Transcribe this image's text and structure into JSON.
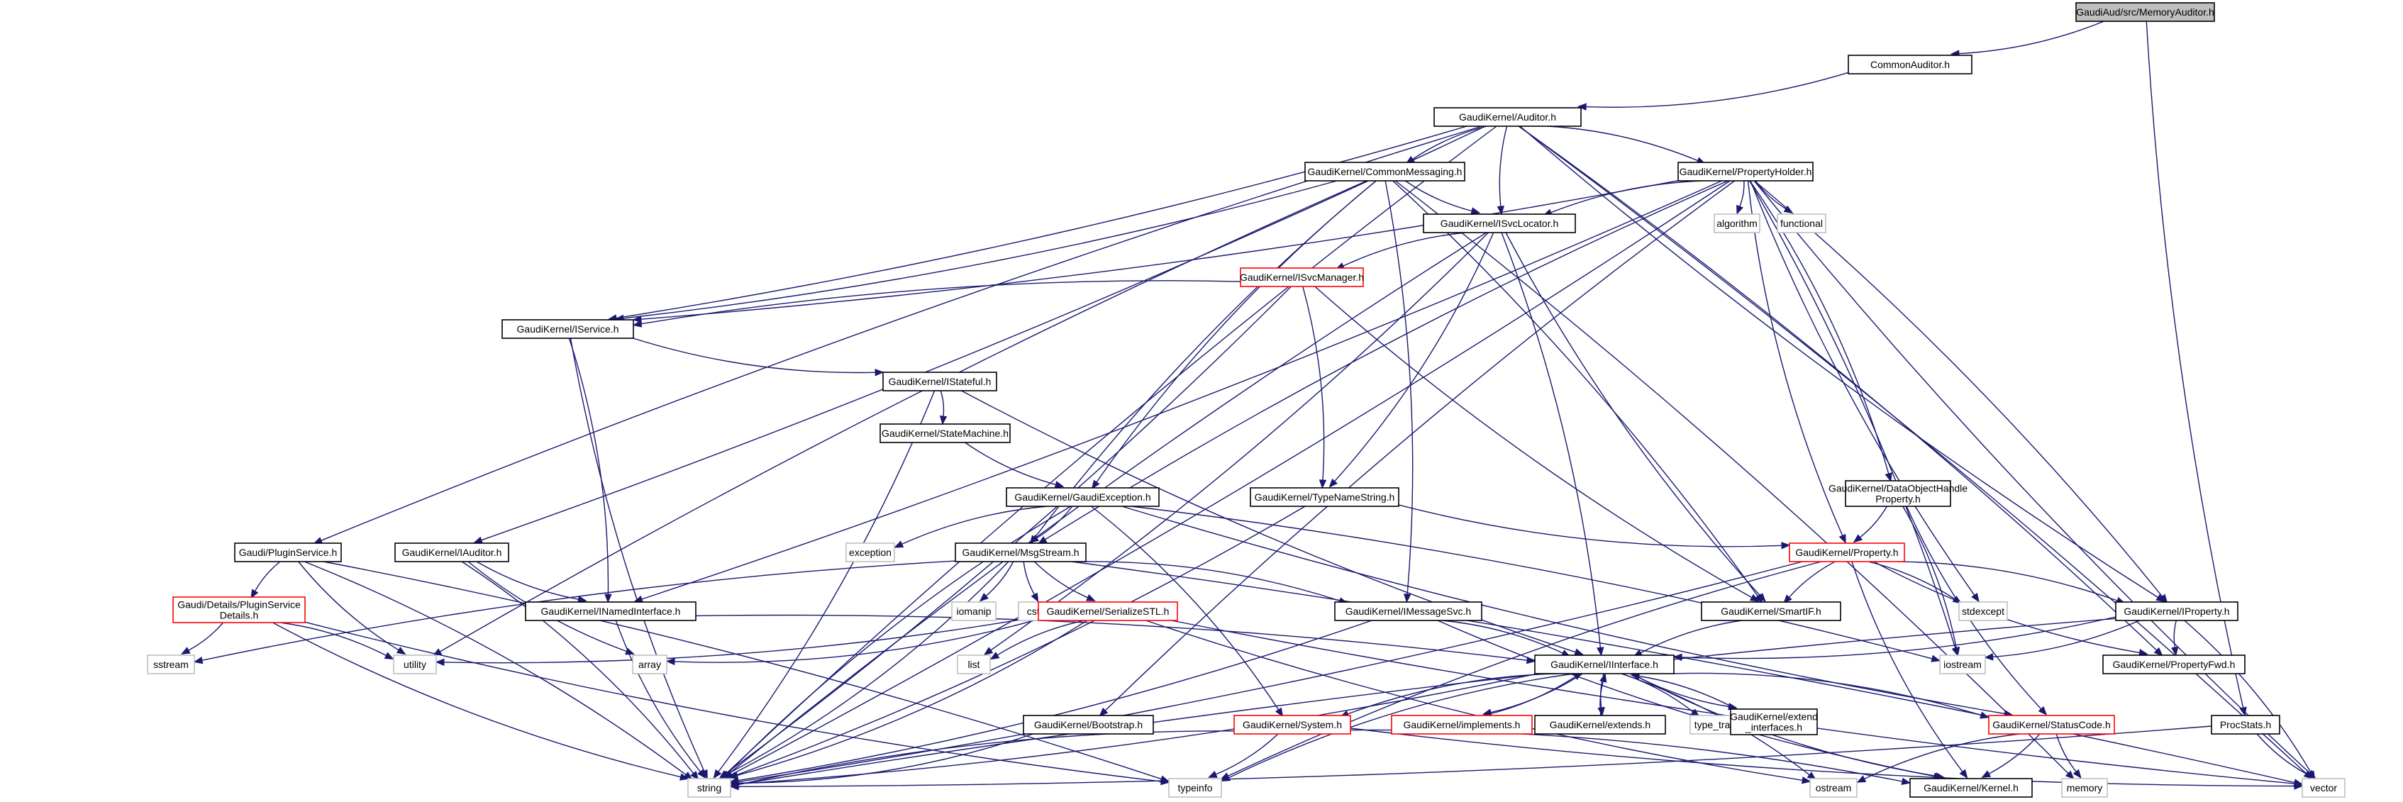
{
  "diagram": {
    "type": "include-dependency-graph",
    "colors": {
      "edge": "#191970",
      "root_fill": "#bfbfbf",
      "node_border": "#000000",
      "red_border": "#ff0000",
      "plain_border": "#bfbfbf",
      "text": "#000000"
    },
    "nodes": [
      {
        "id": "memauditor",
        "lines": [
          "GaudiAud/src/MemoryAuditor.h"
        ],
        "style": "root"
      },
      {
        "id": "commonauditor",
        "lines": [
          "CommonAuditor.h"
        ],
        "style": "black"
      },
      {
        "id": "auditor",
        "lines": [
          "GaudiKernel/Auditor.h"
        ],
        "style": "black"
      },
      {
        "id": "commonmessaging",
        "lines": [
          "GaudiKernel/CommonMessaging.h"
        ],
        "style": "black"
      },
      {
        "id": "propertyholder",
        "lines": [
          "GaudiKernel/PropertyHolder.h"
        ],
        "style": "black"
      },
      {
        "id": "isvclocator",
        "lines": [
          "GaudiKernel/ISvcLocator.h"
        ],
        "style": "black"
      },
      {
        "id": "algorithm",
        "lines": [
          "algorithm"
        ],
        "style": "plain"
      },
      {
        "id": "functional",
        "lines": [
          "functional"
        ],
        "style": "plain"
      },
      {
        "id": "isvcmanager",
        "lines": [
          "GaudiKernel/ISvcManager.h"
        ],
        "style": "red"
      },
      {
        "id": "iservice",
        "lines": [
          "GaudiKernel/IService.h"
        ],
        "style": "black"
      },
      {
        "id": "istateful",
        "lines": [
          "GaudiKernel/IStateful.h"
        ],
        "style": "black"
      },
      {
        "id": "statemachine",
        "lines": [
          "GaudiKernel/StateMachine.h"
        ],
        "style": "black"
      },
      {
        "id": "dataobjecthandle",
        "lines": [
          "GaudiKernel/DataObjectHandle",
          "Property.h"
        ],
        "style": "black"
      },
      {
        "id": "typenamestring",
        "lines": [
          "GaudiKernel/TypeNameString.h"
        ],
        "style": "black"
      },
      {
        "id": "gaudiexception",
        "lines": [
          "GaudiKernel/GaudiException.h"
        ],
        "style": "black"
      },
      {
        "id": "pluginservice",
        "lines": [
          "Gaudi/PluginService.h"
        ],
        "style": "black"
      },
      {
        "id": "iauditor",
        "lines": [
          "GaudiKernel/IAuditor.h"
        ],
        "style": "black"
      },
      {
        "id": "exception",
        "lines": [
          "exception"
        ],
        "style": "plain"
      },
      {
        "id": "msgstream",
        "lines": [
          "GaudiKernel/MsgStream.h"
        ],
        "style": "black"
      },
      {
        "id": "property",
        "lines": [
          "GaudiKernel/Property.h"
        ],
        "style": "red"
      },
      {
        "id": "pluginservicedetails",
        "lines": [
          "Gaudi/Details/PluginService",
          "Details.h"
        ],
        "style": "red"
      },
      {
        "id": "inamedinterface",
        "lines": [
          "GaudiKernel/INamedInterface.h"
        ],
        "style": "black"
      },
      {
        "id": "iomanip",
        "lines": [
          "iomanip"
        ],
        "style": "plain"
      },
      {
        "id": "cstdio",
        "lines": [
          "cstdio"
        ],
        "style": "plain"
      },
      {
        "id": "serializestl",
        "lines": [
          "GaudiKernel/SerializeSTL.h"
        ],
        "style": "red"
      },
      {
        "id": "imessagesvc",
        "lines": [
          "GaudiKernel/IMessageSvc.h"
        ],
        "style": "black"
      },
      {
        "id": "smartif",
        "lines": [
          "GaudiKernel/SmartIF.h"
        ],
        "style": "black"
      },
      {
        "id": "stdexcept",
        "lines": [
          "stdexcept"
        ],
        "style": "plain"
      },
      {
        "id": "iproperty",
        "lines": [
          "GaudiKernel/IProperty.h"
        ],
        "style": "black"
      },
      {
        "id": "sstream",
        "lines": [
          "sstream"
        ],
        "style": "plain"
      },
      {
        "id": "utility",
        "lines": [
          "utility"
        ],
        "style": "plain"
      },
      {
        "id": "array",
        "lines": [
          "array"
        ],
        "style": "plain"
      },
      {
        "id": "list",
        "lines": [
          "list"
        ],
        "style": "plain"
      },
      {
        "id": "iinterface",
        "lines": [
          "GaudiKernel/IInterface.h"
        ],
        "style": "black"
      },
      {
        "id": "iostream",
        "lines": [
          "iostream"
        ],
        "style": "plain"
      },
      {
        "id": "propertyfwd",
        "lines": [
          "GaudiKernel/PropertyFwd.h"
        ],
        "style": "black"
      },
      {
        "id": "bootstrap",
        "lines": [
          "GaudiKernel/Bootstrap.h"
        ],
        "style": "black"
      },
      {
        "id": "system",
        "lines": [
          "GaudiKernel/System.h"
        ],
        "style": "red"
      },
      {
        "id": "implements",
        "lines": [
          "GaudiKernel/implements.h"
        ],
        "style": "red"
      },
      {
        "id": "extends",
        "lines": [
          "GaudiKernel/extends.h"
        ],
        "style": "black"
      },
      {
        "id": "typetraits",
        "lines": [
          "type_traits"
        ],
        "style": "plain"
      },
      {
        "id": "extendinterfaces",
        "lines": [
          "GaudiKernel/extend",
          "_interfaces.h"
        ],
        "style": "black"
      },
      {
        "id": "statuscode",
        "lines": [
          "GaudiKernel/StatusCode.h"
        ],
        "style": "red"
      },
      {
        "id": "procstats",
        "lines": [
          "ProcStats.h"
        ],
        "style": "black"
      },
      {
        "id": "string",
        "lines": [
          "string"
        ],
        "style": "plain"
      },
      {
        "id": "typeinfo",
        "lines": [
          "typeinfo"
        ],
        "style": "plain"
      },
      {
        "id": "ostream",
        "lines": [
          "ostream"
        ],
        "style": "plain"
      },
      {
        "id": "kernel",
        "lines": [
          "GaudiKernel/Kernel.h"
        ],
        "style": "black"
      },
      {
        "id": "memory",
        "lines": [
          "memory"
        ],
        "style": "plain"
      },
      {
        "id": "vector",
        "lines": [
          "vector"
        ],
        "style": "plain"
      }
    ],
    "edges": [
      [
        "memauditor",
        "commonauditor"
      ],
      [
        "memauditor",
        "procstats"
      ],
      [
        "commonauditor",
        "auditor"
      ],
      [
        "auditor",
        "commonmessaging"
      ],
      [
        "auditor",
        "propertyholder"
      ],
      [
        "auditor",
        "isvclocator"
      ],
      [
        "auditor",
        "iservice"
      ],
      [
        "auditor",
        "pluginservice"
      ],
      [
        "auditor",
        "iauditor"
      ],
      [
        "auditor",
        "iproperty"
      ],
      [
        "auditor",
        "propertyfwd"
      ],
      [
        "auditor",
        "string"
      ],
      [
        "auditor",
        "vector"
      ],
      [
        "commonmessaging",
        "isvclocator"
      ],
      [
        "commonmessaging",
        "iservice"
      ],
      [
        "commonmessaging",
        "msgstream"
      ],
      [
        "commonmessaging",
        "imessagesvc"
      ],
      [
        "commonmessaging",
        "gaudiexception"
      ],
      [
        "commonmessaging",
        "smartif"
      ],
      [
        "commonmessaging",
        "utility"
      ],
      [
        "commonmessaging",
        "memory"
      ],
      [
        "propertyholder",
        "isvclocator"
      ],
      [
        "propertyholder",
        "algorithm"
      ],
      [
        "propertyholder",
        "functional"
      ],
      [
        "propertyholder",
        "dataobjecthandle"
      ],
      [
        "propertyholder",
        "property"
      ],
      [
        "propertyholder",
        "iproperty"
      ],
      [
        "propertyholder",
        "stdexcept"
      ],
      [
        "propertyholder",
        "iostream"
      ],
      [
        "propertyholder",
        "vector"
      ],
      [
        "propertyholder",
        "string"
      ],
      [
        "propertyholder",
        "msgstream"
      ],
      [
        "propertyholder",
        "inamedinterface"
      ],
      [
        "propertyholder",
        "bootstrap"
      ],
      [
        "propertyholder",
        "iservice"
      ],
      [
        "isvclocator",
        "isvcmanager"
      ],
      [
        "isvclocator",
        "typenamestring"
      ],
      [
        "isvclocator",
        "smartif"
      ],
      [
        "isvclocator",
        "iinterface"
      ],
      [
        "isvclocator",
        "string"
      ],
      [
        "isvclocator",
        "list"
      ],
      [
        "isvcmanager",
        "iservice"
      ],
      [
        "isvcmanager",
        "typenamestring"
      ],
      [
        "isvcmanager",
        "smartif"
      ],
      [
        "isvcmanager",
        "string"
      ],
      [
        "iservice",
        "istateful"
      ],
      [
        "iservice",
        "inamedinterface"
      ],
      [
        "iservice",
        "string"
      ],
      [
        "istateful",
        "statemachine"
      ],
      [
        "istateful",
        "iinterface"
      ],
      [
        "istateful",
        "string"
      ],
      [
        "statemachine",
        "gaudiexception"
      ],
      [
        "dataobjecthandle",
        "property"
      ],
      [
        "dataobjecthandle",
        "statuscode"
      ],
      [
        "dataobjecthandle",
        "iostream"
      ],
      [
        "typenamestring",
        "property"
      ],
      [
        "typenamestring",
        "string"
      ],
      [
        "gaudiexception",
        "exception"
      ],
      [
        "gaudiexception",
        "msgstream"
      ],
      [
        "gaudiexception",
        "statuscode"
      ],
      [
        "gaudiexception",
        "system"
      ],
      [
        "gaudiexception",
        "string"
      ],
      [
        "gaudiexception",
        "iostream"
      ],
      [
        "pluginservice",
        "pluginservicedetails"
      ],
      [
        "pluginservice",
        "string"
      ],
      [
        "pluginservice",
        "utility"
      ],
      [
        "pluginservice",
        "typeinfo"
      ],
      [
        "iauditor",
        "inamedinterface"
      ],
      [
        "iauditor",
        "string"
      ],
      [
        "iauditor",
        "array"
      ],
      [
        "msgstream",
        "imessagesvc"
      ],
      [
        "msgstream",
        "serializestl"
      ],
      [
        "msgstream",
        "iomanip"
      ],
      [
        "msgstream",
        "cstdio"
      ],
      [
        "msgstream",
        "string"
      ],
      [
        "msgstream",
        "sstream"
      ],
      [
        "msgstream",
        "vector"
      ],
      [
        "property",
        "smartif"
      ],
      [
        "property",
        "iproperty"
      ],
      [
        "property",
        "propertyfwd"
      ],
      [
        "property",
        "stdexcept"
      ],
      [
        "property",
        "kernel"
      ],
      [
        "property",
        "string"
      ],
      [
        "property",
        "typeinfo"
      ],
      [
        "pluginservicedetails",
        "sstream"
      ],
      [
        "pluginservicedetails",
        "string"
      ],
      [
        "pluginservicedetails",
        "utility"
      ],
      [
        "pluginservicedetails",
        "typeinfo"
      ],
      [
        "inamedinterface",
        "iinterface"
      ],
      [
        "inamedinterface",
        "string"
      ],
      [
        "serializestl",
        "array"
      ],
      [
        "serializestl",
        "list"
      ],
      [
        "serializestl",
        "utility"
      ],
      [
        "serializestl",
        "ostream"
      ],
      [
        "serializestl",
        "string"
      ],
      [
        "serializestl",
        "vector"
      ],
      [
        "imessagesvc",
        "iinterface"
      ],
      [
        "imessagesvc",
        "kernel"
      ],
      [
        "imessagesvc",
        "string"
      ],
      [
        "smartif",
        "iinterface"
      ],
      [
        "iproperty",
        "iinterface"
      ],
      [
        "iproperty",
        "propertyfwd"
      ],
      [
        "iproperty",
        "iostream"
      ],
      [
        "iproperty",
        "string"
      ],
      [
        "iproperty",
        "vector"
      ],
      [
        "iinterface",
        "system"
      ],
      [
        "iinterface",
        "implements"
      ],
      [
        "iinterface",
        "extends"
      ],
      [
        "iinterface",
        "typetraits"
      ],
      [
        "iinterface",
        "extendinterfaces"
      ],
      [
        "iinterface",
        "statuscode"
      ],
      [
        "iinterface",
        "kernel"
      ],
      [
        "iinterface",
        "ostream"
      ],
      [
        "iinterface",
        "typeinfo"
      ],
      [
        "iinterface",
        "string"
      ],
      [
        "implements",
        "iinterface"
      ],
      [
        "extends",
        "iinterface"
      ],
      [
        "extendinterfaces",
        "iinterface"
      ],
      [
        "bootstrap",
        "string"
      ],
      [
        "system",
        "string"
      ],
      [
        "system",
        "typeinfo"
      ],
      [
        "system",
        "vector"
      ],
      [
        "system",
        "kernel"
      ],
      [
        "statuscode",
        "ostream"
      ],
      [
        "statuscode",
        "kernel"
      ],
      [
        "statuscode",
        "memory"
      ],
      [
        "procstats",
        "string"
      ],
      [
        "procstats",
        "vector"
      ]
    ]
  }
}
